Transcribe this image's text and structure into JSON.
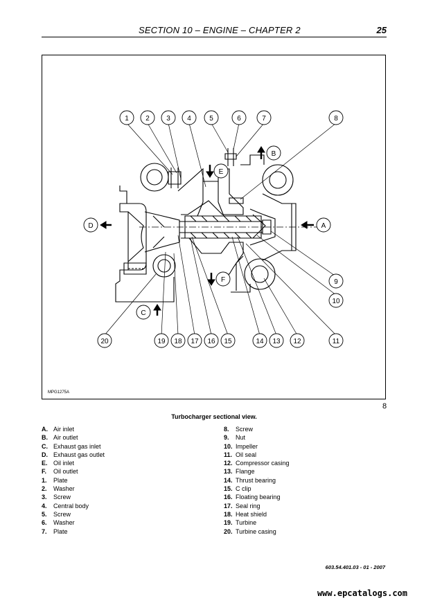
{
  "header": {
    "section": "SECTION 10 – ENGINE – CHAPTER 2",
    "page_number": "25"
  },
  "figure": {
    "code": "MPG1275A",
    "number": "8",
    "caption": "Turbocharger sectional view.",
    "callouts_numbers": [
      "1",
      "2",
      "3",
      "4",
      "5",
      "6",
      "7",
      "8",
      "9",
      "10",
      "11",
      "12",
      "13",
      "14",
      "15",
      "16",
      "17",
      "18",
      "19",
      "20"
    ],
    "callouts_letters": [
      "A",
      "B",
      "C",
      "D",
      "E",
      "F"
    ]
  },
  "legend": [
    {
      "key": "A.",
      "label": "Air inlet"
    },
    {
      "key": "B.",
      "label": "Air outlet"
    },
    {
      "key": "C.",
      "label": "Exhaust gas inlet"
    },
    {
      "key": "D.",
      "label": "Exhaust gas outlet"
    },
    {
      "key": "E.",
      "label": "Oil inlet"
    },
    {
      "key": "F.",
      "label": "Oil outlet"
    },
    {
      "key": "1.",
      "label": "Plate"
    },
    {
      "key": "2.",
      "label": "Washer"
    },
    {
      "key": "3.",
      "label": "Screw"
    },
    {
      "key": "4.",
      "label": "Central body"
    },
    {
      "key": "5.",
      "label": "Screw"
    },
    {
      "key": "6.",
      "label": "Washer"
    },
    {
      "key": "7.",
      "label": "Plate"
    },
    {
      "key": "8.",
      "label": "Screw"
    },
    {
      "key": "9.",
      "label": "Nut"
    },
    {
      "key": "10.",
      "label": "Impeller"
    },
    {
      "key": "11.",
      "label": "Oil seal"
    },
    {
      "key": "12.",
      "label": "Compressor casing"
    },
    {
      "key": "13.",
      "label": "Flange"
    },
    {
      "key": "14.",
      "label": "Thrust  bearing"
    },
    {
      "key": "15.",
      "label": "C clip"
    },
    {
      "key": "16.",
      "label": "Floating bearing"
    },
    {
      "key": "17.",
      "label": "Seal ring"
    },
    {
      "key": "18.",
      "label": "Heat shield"
    },
    {
      "key": "19.",
      "label": "Turbine"
    },
    {
      "key": "20.",
      "label": "Turbine casing"
    }
  ],
  "footer": {
    "doc_number": "603.54.401.03 - 01 - 2007",
    "website": "www.epcatalogs.com"
  }
}
